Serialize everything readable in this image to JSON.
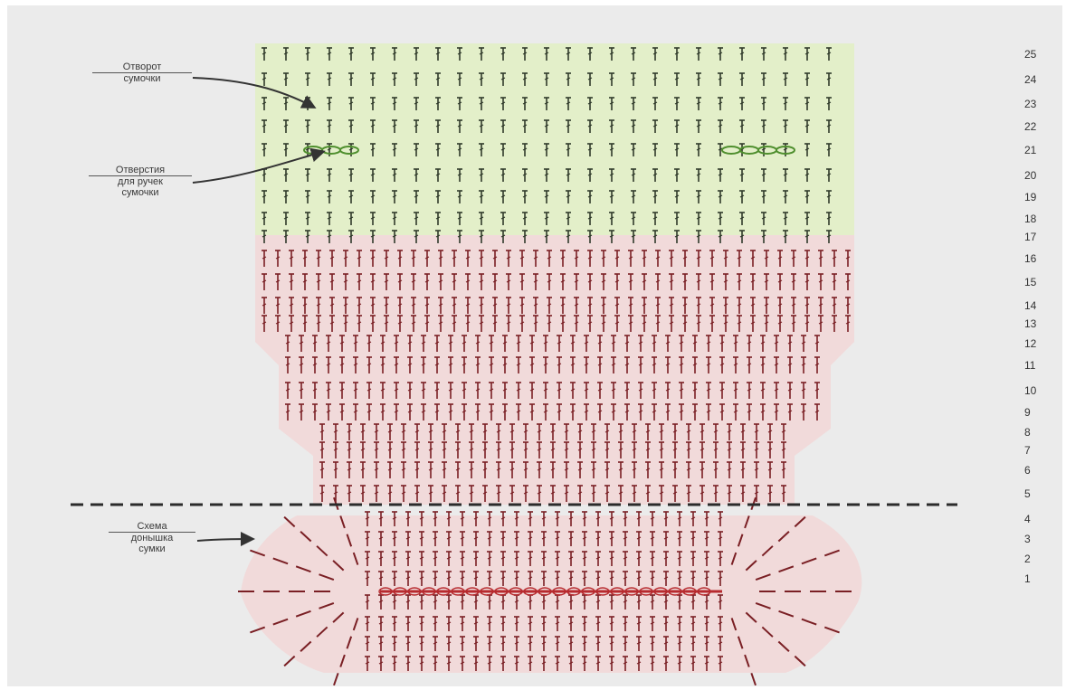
{
  "annotations": {
    "turn": [
      "Отворот",
      "сумочки"
    ],
    "handles": [
      "Отверстия",
      "для ручек",
      "сумочки"
    ],
    "bottom": [
      "Схема",
      "донышка",
      "сумки"
    ]
  },
  "rows": [
    "25",
    "24",
    "23",
    "22",
    "21",
    "20",
    "19",
    "18",
    "17",
    "16",
    "15",
    "14",
    "13",
    "12",
    "11",
    "10",
    "9",
    "8",
    "7",
    "6",
    "5",
    "4",
    "3",
    "2",
    "1"
  ],
  "colors": {
    "top_band": "#e3efc9",
    "body_band": "#f1dada",
    "top_stitch": "#2f3a2a",
    "body_stitch": "#7a1f24",
    "handle_loop": "#4f8f2e",
    "foundation_chain": "#b72a2e",
    "fold_line": "#2b2b2b",
    "arrow": "#333333"
  }
}
